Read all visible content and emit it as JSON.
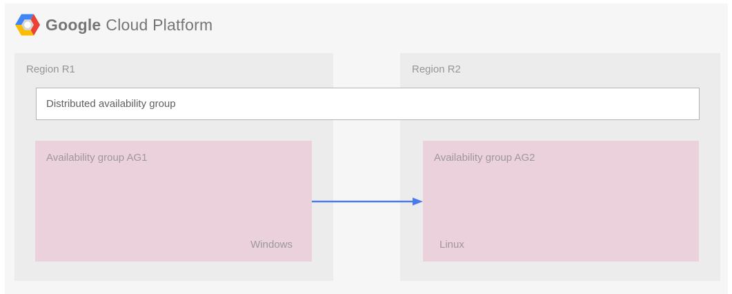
{
  "header": {
    "brand_bold": "Google",
    "brand_regular": "Cloud Platform"
  },
  "regions": [
    {
      "label": "Region R1",
      "availability_group": {
        "label": "Availability group AG1",
        "os": "Windows"
      }
    },
    {
      "label": "Region R2",
      "availability_group": {
        "label": "Availability group AG2",
        "os": "Linux"
      }
    }
  ],
  "distributed_group": {
    "label": "Distributed availability group"
  },
  "colors": {
    "canvas-bg": "#f6f6f6",
    "region-bg": "#ececec",
    "ag-pink": "#ead1dc",
    "pink-text": "#9e979d",
    "text-gray": "#959595",
    "brand-gray": "#757575",
    "arrow-blue": "#4b7bea",
    "logo-blue": "#4285f4",
    "logo-red": "#ea4335",
    "logo-yellow": "#fbbc05"
  }
}
